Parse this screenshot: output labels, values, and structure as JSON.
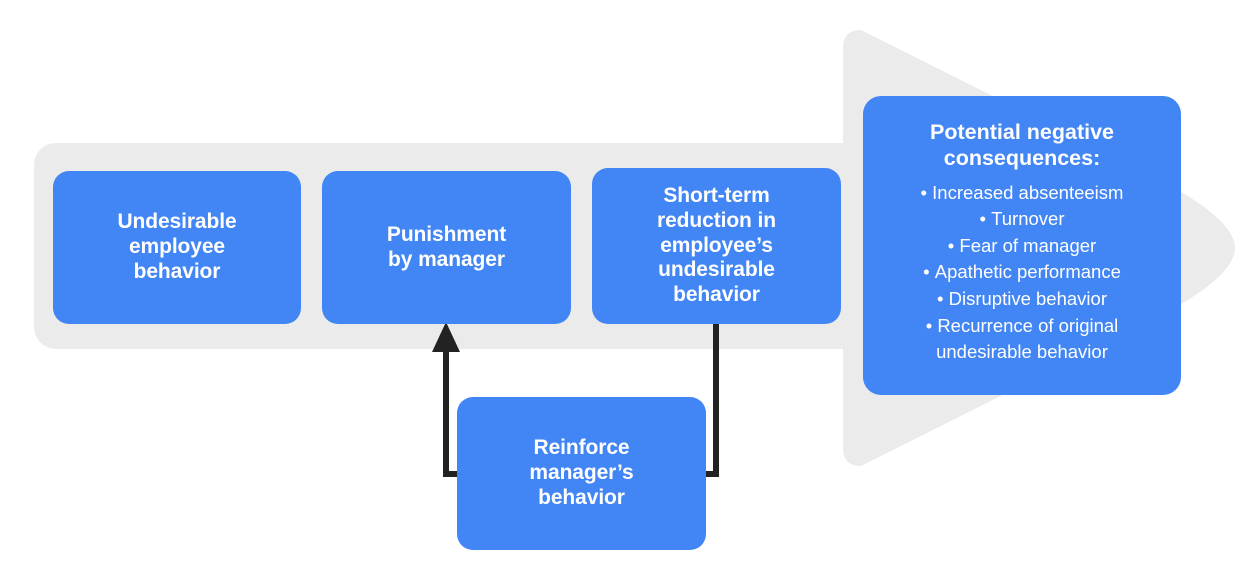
{
  "diagram": {
    "title_present": false,
    "colors": {
      "box_blue": "#4285F4",
      "band_gray": "#EBEBEB",
      "connector_black": "#222222",
      "text_white": "#FFFFFF",
      "page_background": "#FFFFFF"
    },
    "background_shape": {
      "name": "large-right-pointing-arrow",
      "band_label": "",
      "arrow_direction": "right"
    },
    "nodes": [
      {
        "id": "undesirable",
        "label": "Undesirable\nemployee\nbehavior",
        "order": 1
      },
      {
        "id": "punishment",
        "label": "Punishment\nby manager",
        "order": 2
      },
      {
        "id": "shortterm",
        "label": "Short-term\nreduction in\nemployee’s\nundesirable\nbehavior",
        "order": 3
      },
      {
        "id": "reinforce",
        "label": "Reinforce\nmanager’s\nbehavior",
        "order": 4
      }
    ],
    "consequences": {
      "title": "Potential negative\nconsequences:",
      "items": [
        "Increased absenteeism",
        "Turnover",
        "Fear of manager",
        "Apathetic performance",
        "Disruptive behavior",
        "Recurrence of original\nundesirable behavior"
      ]
    },
    "connectors": [
      {
        "id": "shortterm-to-reinforce",
        "from": "shortterm",
        "to": "reinforce",
        "arrowhead": false
      },
      {
        "id": "reinforce-to-punishment",
        "from": "reinforce",
        "to": "punishment",
        "arrowhead": true
      }
    ]
  }
}
